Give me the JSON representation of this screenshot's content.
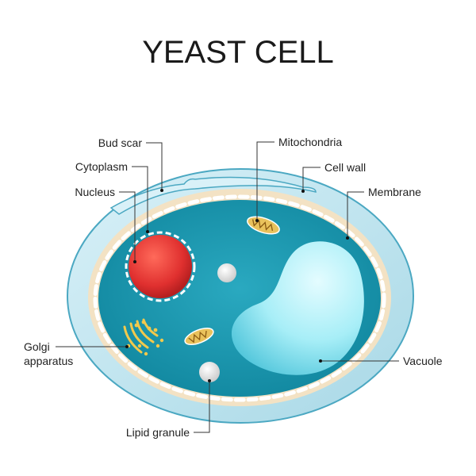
{
  "title": "YEAST CELL",
  "labels": {
    "bud_scar": "Bud scar",
    "cytoplasm": "Cytoplasm",
    "nucleus": "Nucleus",
    "golgi_line1": "Golgi",
    "golgi_line2": "apparatus",
    "lipid_granule": "Lipid granule",
    "mitochondria": "Mitochondria",
    "cell_wall": "Cell wall",
    "membrane": "Membrane",
    "vacuole": "Vacuole"
  },
  "colors": {
    "cell_wall": "#bfe4ef",
    "cell_wall_edge": "#4ba8c2",
    "periplasm": "#f3e2c4",
    "cytoplasm": "#1f9db5",
    "nucleus": "#e0302f",
    "vacuole": "#a7eef7",
    "mitochondria": "#e9c25c",
    "golgi": "#f2c94c",
    "lipid": "#f2f2f2"
  }
}
